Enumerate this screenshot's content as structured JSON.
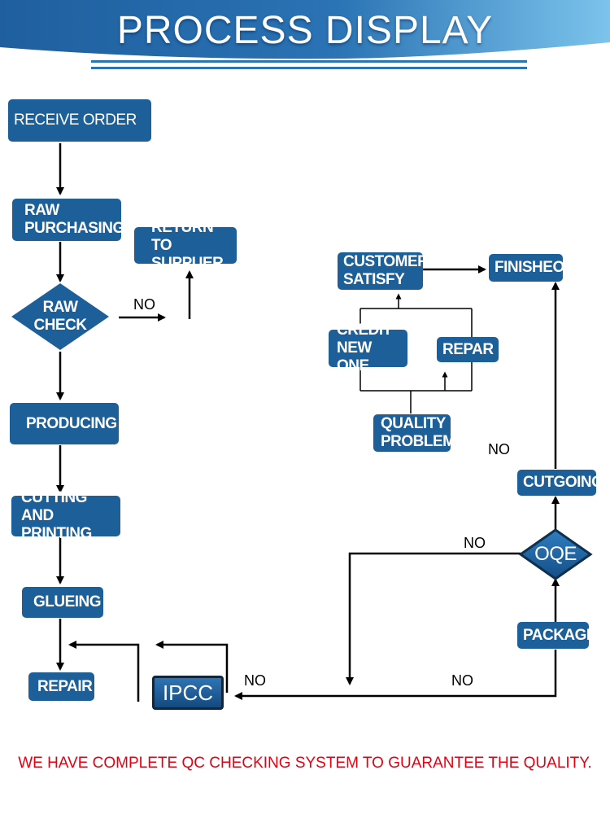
{
  "header": {
    "title": "PROCESS DISPLAY",
    "color_band": "#2a73b4",
    "color_band_light": "#6bb8e8"
  },
  "colors": {
    "box": "#1d5f99",
    "line": "#000000",
    "footer_text": "#e60012"
  },
  "nodes": {
    "receive_order": "RECEIVE ORDER",
    "raw_purchasing": [
      "RAW",
      "PURCHASING"
    ],
    "return_to_supplier": [
      "RETURN TO",
      "SUPPUER"
    ],
    "raw_check": [
      "RAW",
      "CHECK"
    ],
    "producing": "PRODUCING",
    "cutting_printing": [
      "CUTTING AND",
      "PRINTING"
    ],
    "glueing": "GLUEING",
    "repair": "REPAIR",
    "ipcc": "IPCC",
    "package": "PACKAGE",
    "oqe": "OQE",
    "outgoing": "CUTGOING",
    "finished": "FINISHEO",
    "customer_satisfy": [
      "CUSTOMER",
      "SATISFY"
    ],
    "credit_new_one": [
      "CREDIT",
      "NEW ONE"
    ],
    "repar": "REPAR",
    "quality_problem": [
      "QUALITY",
      "PROBLEM"
    ]
  },
  "labels": {
    "no": "NO"
  },
  "footer": {
    "note": "WE HAVE COMPLETE QC CHECKING SYSTEM TO GUARANTEE THE QUALITY."
  }
}
